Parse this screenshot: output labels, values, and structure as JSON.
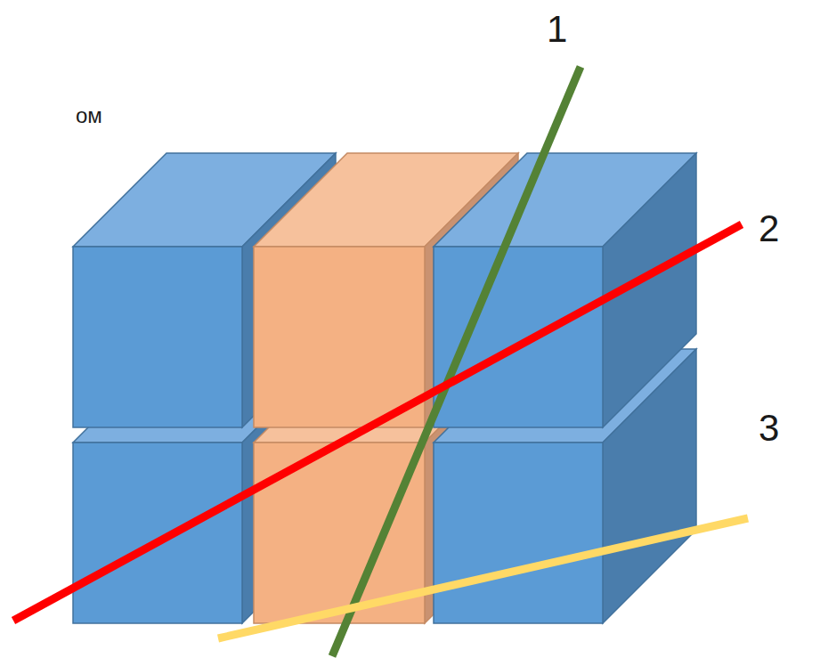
{
  "diagram": {
    "labels": [
      "ом",
      "1",
      "2",
      "3"
    ]
  }
}
